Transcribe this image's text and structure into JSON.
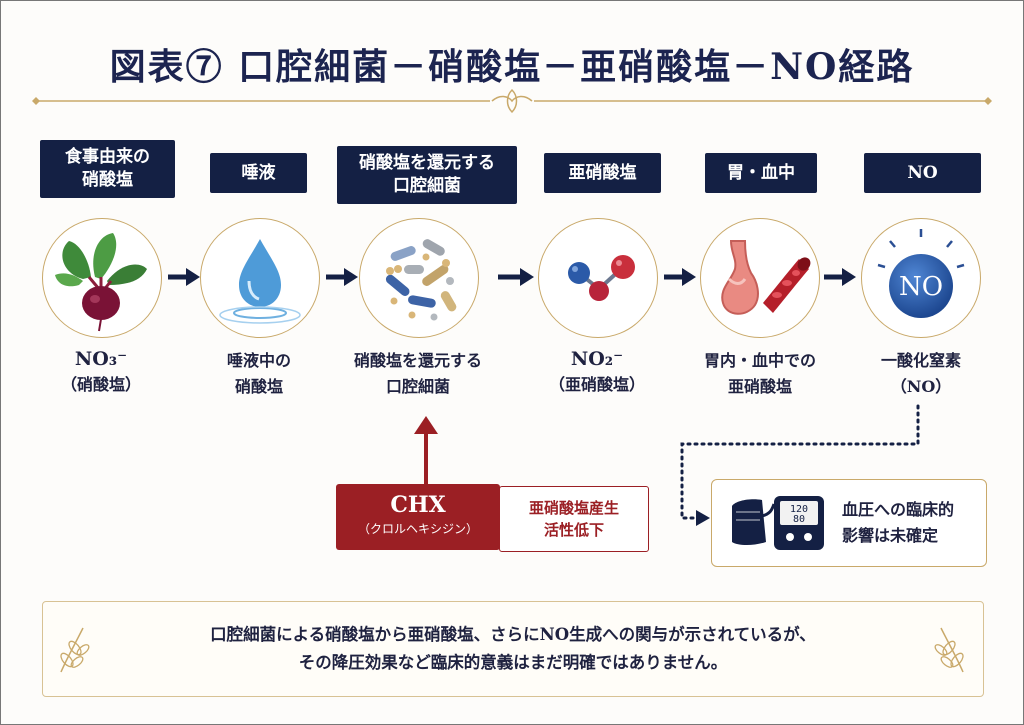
{
  "title": "図表⑦ 口腔細菌－硝酸塩－亜硝酸塩－NO経路",
  "colors": {
    "navy": "#142044",
    "gold": "#c9a96a",
    "red": "#9b1f24",
    "blue": "#2f61a8"
  },
  "stages": [
    {
      "label_l1": "食事由来の",
      "label_l2": "硝酸塩",
      "icon": "beetroot-icon",
      "cap_l1": "NO₃⁻",
      "cap_l2": "（硝酸塩）"
    },
    {
      "label_l1": "唾液",
      "label_l2": "",
      "icon": "water-drop-icon",
      "cap_l1": "唾液中の",
      "cap_l2": "硝酸塩"
    },
    {
      "label_l1": "硝酸塩を還元する",
      "label_l2": "口腔細菌",
      "icon": "bacteria-icon",
      "cap_l1": "硝酸塩を還元する",
      "cap_l2": "口腔細菌"
    },
    {
      "label_l1": "亜硝酸塩",
      "label_l2": "",
      "icon": "molecule-icon",
      "cap_l1": "NO₂⁻",
      "cap_l2": "（亜硝酸塩）"
    },
    {
      "label_l1": "胃・血中",
      "label_l2": "",
      "icon": "stomach-vessel-icon",
      "cap_l1": "胃内・血中での",
      "cap_l2": "亜硝酸塩"
    },
    {
      "label_l1": "NO",
      "label_l2": "",
      "icon": "no-sphere-icon",
      "cap_l1": "一酸化窒素",
      "cap_l2": "（NO）"
    }
  ],
  "no_sphere_text": "NO",
  "chx": {
    "name": "CHX",
    "sub": "（クロルヘキシジン）"
  },
  "reduction": {
    "l1": "亜硝酸塩産生",
    "l2": "活性低下"
  },
  "bp": {
    "l1": "血圧への臨床的",
    "l2": "影響は未確定",
    "icon": "blood-pressure-monitor-icon",
    "display_l1": "120",
    "display_l2": "80"
  },
  "note": {
    "l1": "口腔細菌による硝酸塩から亜硝酸塩、さらにNO生成への関与が示されているが、",
    "l2": "その降圧効果など臨床的意義はまだ明確ではありません。"
  }
}
